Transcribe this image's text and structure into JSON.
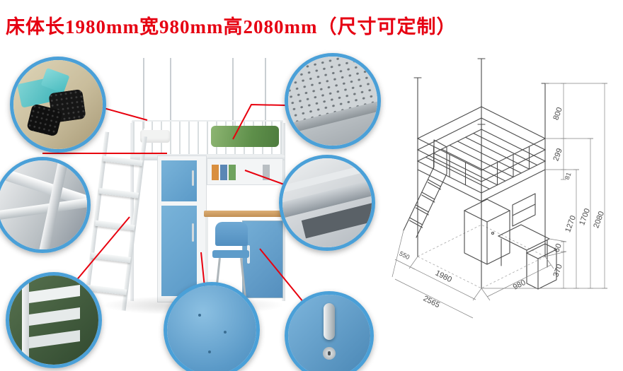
{
  "title": "床体长1980mm宽980mm高2080mm（尺寸可定制）",
  "colors": {
    "accent_red": "#e60012",
    "callout_border_blue": "#4aa0d8",
    "cabinet_blue": "#5b9ac8",
    "drawing_line_gray": "#4c4c4c"
  },
  "callouts": [
    {
      "id": "foot-pad-detail"
    },
    {
      "id": "frame-tube-detail"
    },
    {
      "id": "ladder-step-detail"
    },
    {
      "id": "perforated-bed-panel-detail"
    },
    {
      "id": "support-beam-detail"
    },
    {
      "id": "cabinet-door-detail"
    },
    {
      "id": "door-handle-lock-detail"
    }
  ],
  "drawing": {
    "dims": {
      "h800": "800",
      "h299": "299",
      "h81": "81",
      "h1270": "1270",
      "h1700": "1700",
      "h2080": "2080",
      "h60": "60",
      "h370": "370",
      "b550": "550",
      "b1980": "1980",
      "b2565": "2565",
      "b980": "980"
    }
  }
}
